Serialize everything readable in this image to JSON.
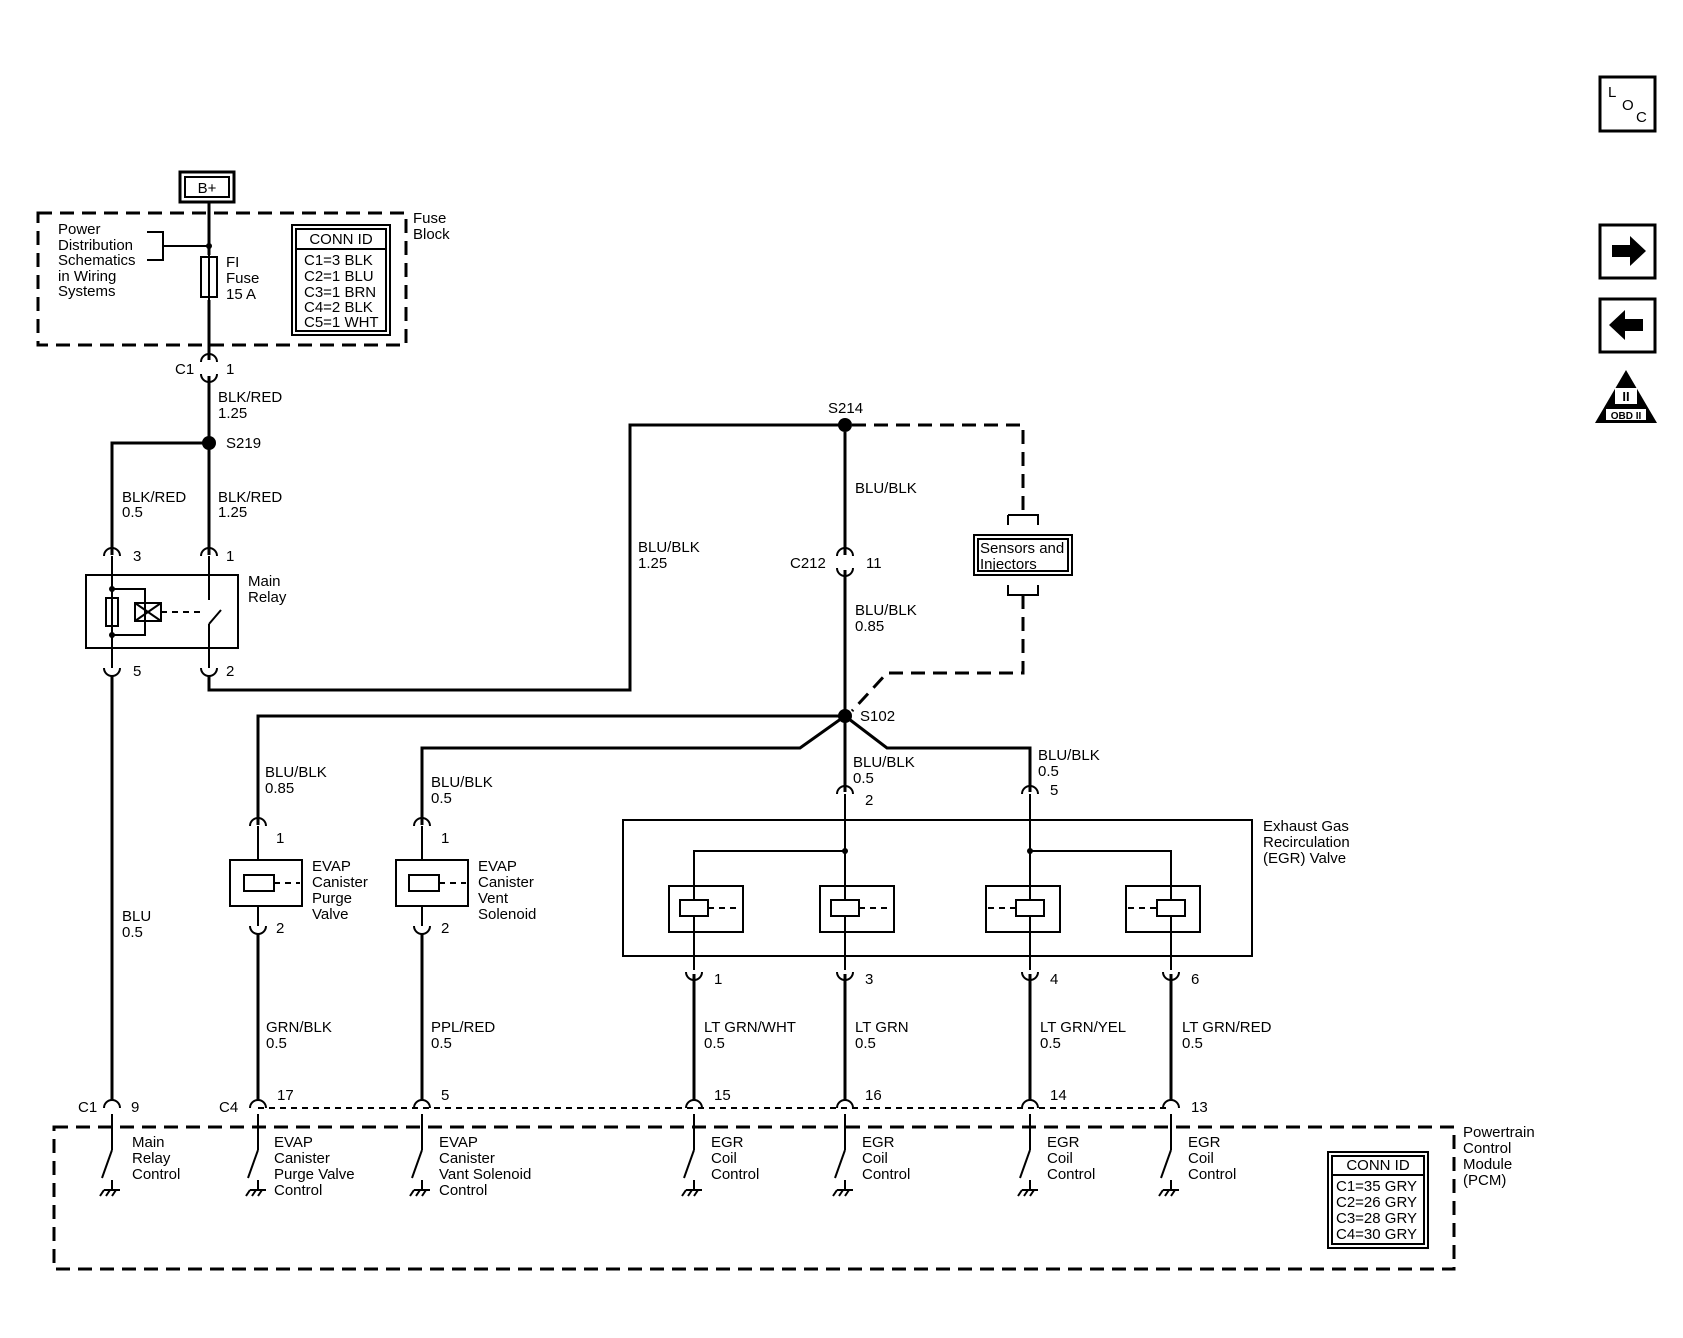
{
  "power": {
    "label": "B+"
  },
  "fuse_block": {
    "title_lines": [
      "Fuse",
      "Block"
    ],
    "note_lines": [
      "Power",
      "Distribution",
      "Schematics",
      "in Wiring",
      "Systems"
    ],
    "fuse_lines": [
      "FI",
      "Fuse",
      "15 A"
    ],
    "conn_id": {
      "title": "CONN ID",
      "rows": [
        "C1=3 BLK",
        "C2=1 BLU",
        "C3=1 BRN",
        "C4=2 BLK",
        "C5=1 WHT"
      ]
    }
  },
  "connectors": {
    "c1_top": {
      "name": "C1",
      "pin": "1"
    },
    "c212": {
      "name": "C212",
      "pin": "11"
    },
    "relay_pin3": "3",
    "relay_pin1": "1",
    "relay_pin5": "5",
    "relay_pin2": "2",
    "purge_pin1": "1",
    "purge_pin2": "2",
    "vent_pin1": "1",
    "vent_pin2": "2",
    "egr_pin2": "2",
    "egr_pin5": "5",
    "egr_pin1": "1",
    "egr_pin3": "3",
    "egr_pin4": "4",
    "egr_pin6": "6",
    "pcm_c1": {
      "name": "C1",
      "pin": "9"
    },
    "pcm_c4": {
      "name": "C4",
      "pin": "17"
    },
    "pcm_pin5": "5",
    "pcm_pin15": "15",
    "pcm_pin16": "16",
    "pcm_pin14": "14",
    "pcm_pin13": "13"
  },
  "splices": {
    "s219": "S219",
    "s214": "S214",
    "s102": "S102"
  },
  "wires": {
    "fuse_out": {
      "color": "BLK/RED",
      "size": "1.25"
    },
    "relay3": {
      "color": "BLK/RED",
      "size": "0.5"
    },
    "relay1": {
      "color": "BLK/RED",
      "size": "1.25"
    },
    "relay_out": {
      "color": "BLU/BLK",
      "size": "1.25"
    },
    "s214_down": {
      "color": "BLU/BLK"
    },
    "c212_down": {
      "color": "BLU/BLK",
      "size": "0.85"
    },
    "purge_in": {
      "color": "BLU/BLK",
      "size": "0.85"
    },
    "vent_in": {
      "color": "BLU/BLK",
      "size": "0.5"
    },
    "egr2_in": {
      "color": "BLU/BLK",
      "size": "0.5"
    },
    "egr5_in": {
      "color": "BLU/BLK",
      "size": "0.5"
    },
    "relay_ctrl": {
      "color": "BLU",
      "size": "0.5"
    },
    "purge_out": {
      "color": "GRN/BLK",
      "size": "0.5"
    },
    "vent_out": {
      "color": "PPL/RED",
      "size": "0.5"
    },
    "egr1_out": {
      "color": "LT GRN/WHT",
      "size": "0.5"
    },
    "egr3_out": {
      "color": "LT GRN",
      "size": "0.5"
    },
    "egr4_out": {
      "color": "LT GRN/YEL",
      "size": "0.5"
    },
    "egr6_out": {
      "color": "LT GRN/RED",
      "size": "0.5"
    }
  },
  "components": {
    "main_relay": [
      "Main",
      "Relay"
    ],
    "sensors": [
      "Sensors and",
      "Injectors"
    ],
    "purge_valve": [
      "EVAP",
      "Canister",
      "Purge",
      "Valve"
    ],
    "vent_solenoid": [
      "EVAP",
      "Canister",
      "Vent",
      "Solenoid"
    ],
    "egr_valve": [
      "Exhaust Gas",
      "Recirculation",
      "(EGR) Valve"
    ]
  },
  "pcm": {
    "title_lines": [
      "Powertrain",
      "Control",
      "Module",
      "(PCM)"
    ],
    "drivers": [
      [
        "Main",
        "Relay",
        "Control"
      ],
      [
        "EVAP",
        "Canister",
        "Purge Valve",
        "Control"
      ],
      [
        "EVAP",
        "Canister",
        "Vant Solenoid",
        "Control"
      ],
      [
        "EGR",
        "Coil",
        "Control"
      ],
      [
        "EGR",
        "Coil",
        "Control"
      ],
      [
        "EGR",
        "Coil",
        "Control"
      ],
      [
        "EGR",
        "Coil",
        "Control"
      ]
    ],
    "conn_id": {
      "title": "CONN ID",
      "rows": [
        "C1=35 GRY",
        "C2=26 GRY",
        "C3=28 GRY",
        "C4=30 GRY"
      ]
    }
  },
  "nav": {
    "loc": {
      "l": "L",
      "o": "O",
      "c": "C"
    },
    "obd": {
      "numeral": "II",
      "label": "OBD II"
    },
    "icons": [
      "loc-icon",
      "next-arrow-icon",
      "back-arrow-icon",
      "obd-ii-icon"
    ]
  }
}
